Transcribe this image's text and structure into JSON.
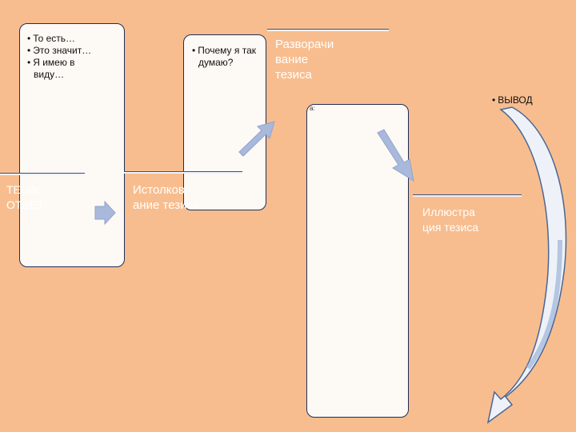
{
  "blocks": {
    "thesis": {
      "bullets": [
        "То есть…",
        "Это значит…",
        "Я имею в виду…"
      ],
      "label": "ТЕЗИС ОТВЕТ"
    },
    "interpretation": {
      "bullets": [
        "Почему я так думаю?"
      ],
      "label": "Истолков ание тезиса"
    },
    "expansion": {
      "label": "Разворачи вание тезиса",
      "note": "а:"
    },
    "illustration": {
      "label": "Иллюстра ция тезиса"
    },
    "conclusion": {
      "bullets": [
        "ВЫВОД"
      ]
    }
  },
  "colors": {
    "background": "#f8bd8e",
    "box_fill": "#fdf9f4",
    "box_border": "#1f2f5a",
    "arrow_fill": "#a9b9dc",
    "label_text": "#ffffff"
  },
  "icons": [
    "arrow-right-icon",
    "arrow-up-right-icon",
    "arrow-down-right-icon",
    "curved-arrow-icon"
  ]
}
